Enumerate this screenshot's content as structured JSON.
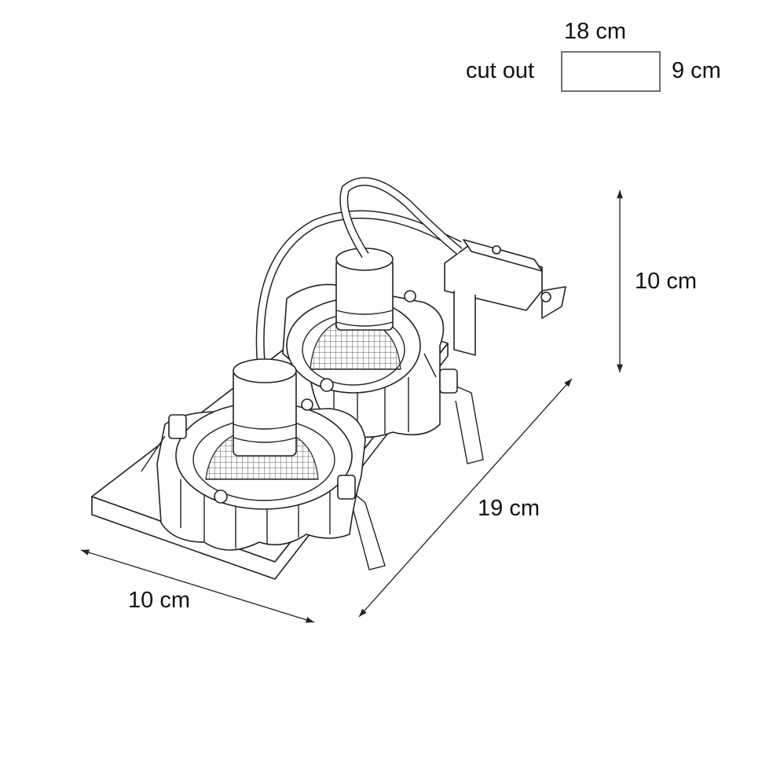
{
  "cutout": {
    "label": "cut out",
    "width": "18 cm",
    "height": "9 cm"
  },
  "dimensions": {
    "height": "10 cm",
    "length": "19 cm",
    "width": "10 cm"
  },
  "colors": {
    "line": "#222222",
    "background": "#ffffff"
  }
}
